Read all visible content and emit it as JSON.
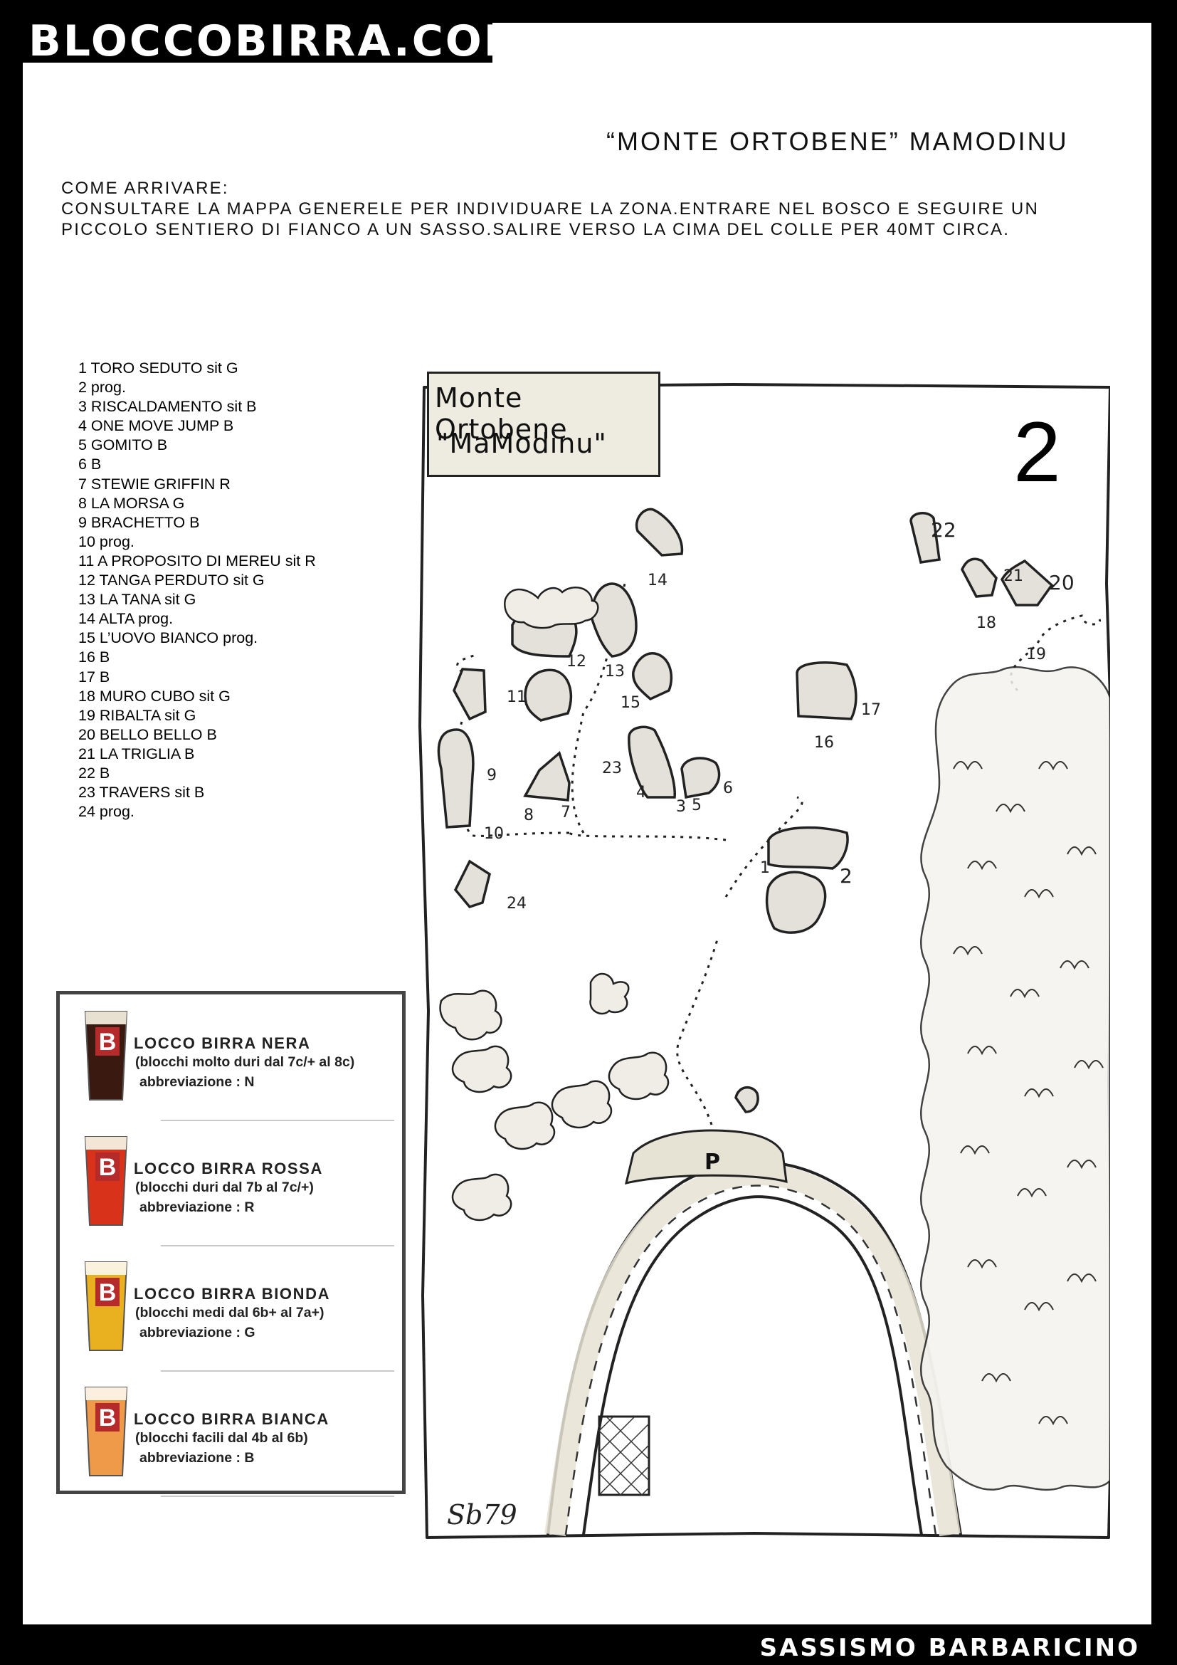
{
  "header": {
    "site_title": "BLOCCOBIRRA.COM"
  },
  "footer": {
    "text": "SASSISMO BARBARICINO"
  },
  "area_title": "“MONTE ORTOBENE” MAMODINU",
  "directions": {
    "heading": "COME ARRIVARE:",
    "line1": "CONSULTARE LA MAPPA GENERELE PER INDIVIDUARE LA ZONA.ENTRARE NEL BOSCO E SEGUIRE UN",
    "line2": "PICCOLO SENTIERO DI FIANCO A UN SASSO.SALIRE VERSO LA CIMA DEL COLLE PER 40MT CIRCA."
  },
  "problems": [
    "1 TORO SEDUTO sit  G",
    "2 prog.",
    "3 RISCALDAMENTO  sit B",
    "4 ONE MOVE JUMP B",
    "5 GOMITO  B",
    "6 B",
    "7 STEWIE GRIFFIN  R",
    "8 LA MORSA G",
    "9 BRACHETTO B",
    "10 prog.",
    "11 A PROPOSITO DI MEREU  sit R",
    "12 TANGA PERDUTO sit G",
    "13 LA TANA sit G",
    "14 ALTA prog.",
    "15 L’UOVO BIANCO prog.",
    "16 B",
    "17 B",
    "18 MURO CUBO sit G",
    "19 RIBALTA sit G",
    "20 BELLO BELLO B",
    "21 LA TRIGLIA B",
    "22 B",
    "23 TRAVERS sit B",
    "24 prog."
  ],
  "legend": [
    {
      "letter": "B",
      "name": "LOCCO BIRRA NERA",
      "range": "(blocchi molto duri dal 7c/+ al 8c)",
      "abbr": "abbreviazione : N",
      "color": "#3a1a10",
      "top": "#e8e0d0"
    },
    {
      "letter": "B",
      "name": "LOCCO BIRRA ROSSA",
      "range": "(blocchi duri dal 7b al 7c/+)",
      "abbr": "abbreviazione : R",
      "color": "#d8321a",
      "top": "#f3e6d6"
    },
    {
      "letter": "B",
      "name": "LOCCO BIRRA BIONDA",
      "range": "(blocchi medi dal 6b+ al 7a+)",
      "abbr": "abbreviazione : G",
      "color": "#e9b020",
      "top": "#faf2dc"
    },
    {
      "letter": "B",
      "name": "LOCCO BIRRA BIANCA",
      "range": "(blocchi facili dal 4b al 6b)",
      "abbr": "abbreviazione : B",
      "color": "#ef9a48",
      "top": "#fbf0e0"
    }
  ],
  "map": {
    "title_line1": "Monte Ortobene",
    "title_line2": "\"MaModinu\"",
    "sector_number": "2",
    "parking_label": "P",
    "signature": "Sb79",
    "labels": [
      "1",
      "2",
      "3",
      "4",
      "5",
      "6",
      "7",
      "8",
      "9",
      "10",
      "11",
      "12",
      "13",
      "14",
      "15",
      "16",
      "17",
      "18",
      "19",
      "20",
      "21",
      "22",
      "23",
      "24"
    ]
  }
}
